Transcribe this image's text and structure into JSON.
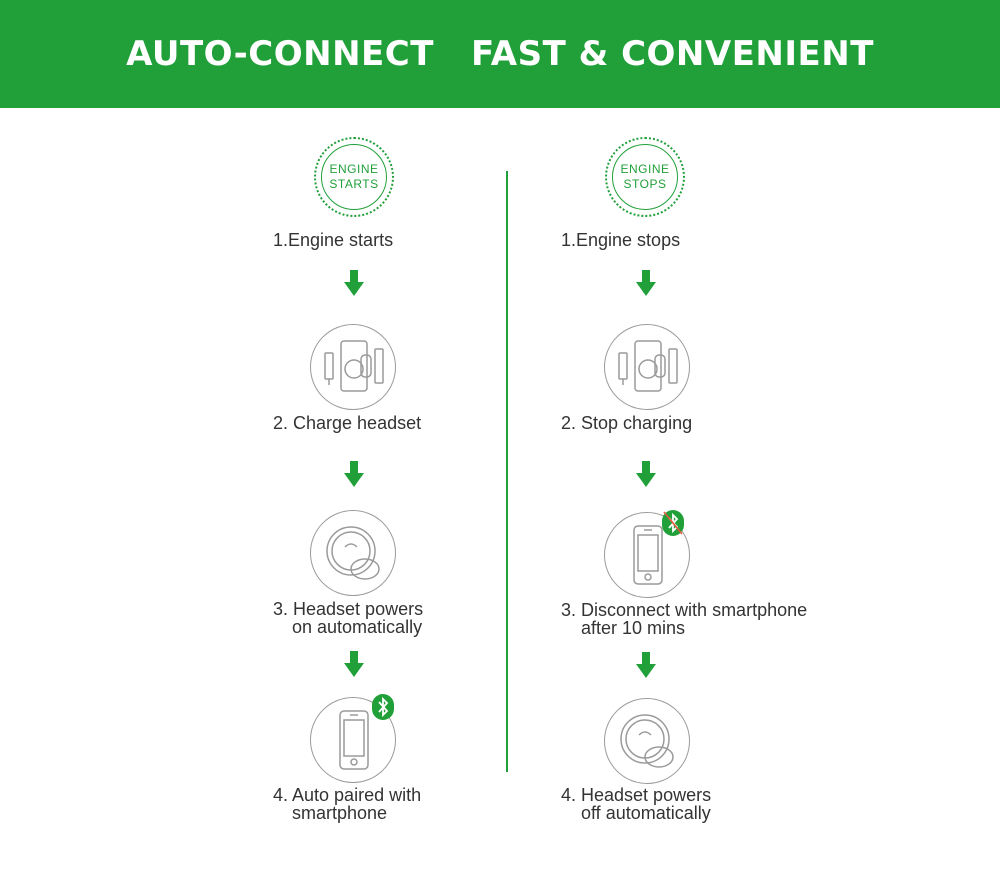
{
  "header": {
    "title": "AUTO-CONNECT   FAST & CONVENIENT"
  },
  "colors": {
    "accent": "#21a03a",
    "text": "#333333",
    "icon_stroke": "#9a9a9a"
  },
  "left": {
    "stamp": {
      "line1": "ENGINE",
      "line2": "STARTS"
    },
    "steps": [
      {
        "line1": "1.Engine starts",
        "line2": "",
        "icon": "engine-starts-stamp"
      },
      {
        "line1": "2. Charge headset",
        "line2": "",
        "icon": "headset-charger-icon"
      },
      {
        "line1": "3. Headset powers",
        "line2": "on automatically",
        "icon": "headset-icon"
      },
      {
        "line1": "4. Auto paired with",
        "line2": "smartphone",
        "icon": "smartphone-bluetooth-icon"
      }
    ]
  },
  "right": {
    "stamp": {
      "line1": "ENGINE",
      "line2": "STOPS"
    },
    "steps": [
      {
        "line1": "1.Engine stops",
        "line2": "",
        "icon": "engine-stops-stamp"
      },
      {
        "line1": "2. Stop charging",
        "line2": "",
        "icon": "headset-charger-icon"
      },
      {
        "line1": "3. Disconnect with smartphone",
        "line2": "after 10 mins",
        "icon": "smartphone-bluetooth-off-icon"
      },
      {
        "line1": "4. Headset powers",
        "line2": "off automatically",
        "icon": "headset-icon"
      }
    ]
  }
}
